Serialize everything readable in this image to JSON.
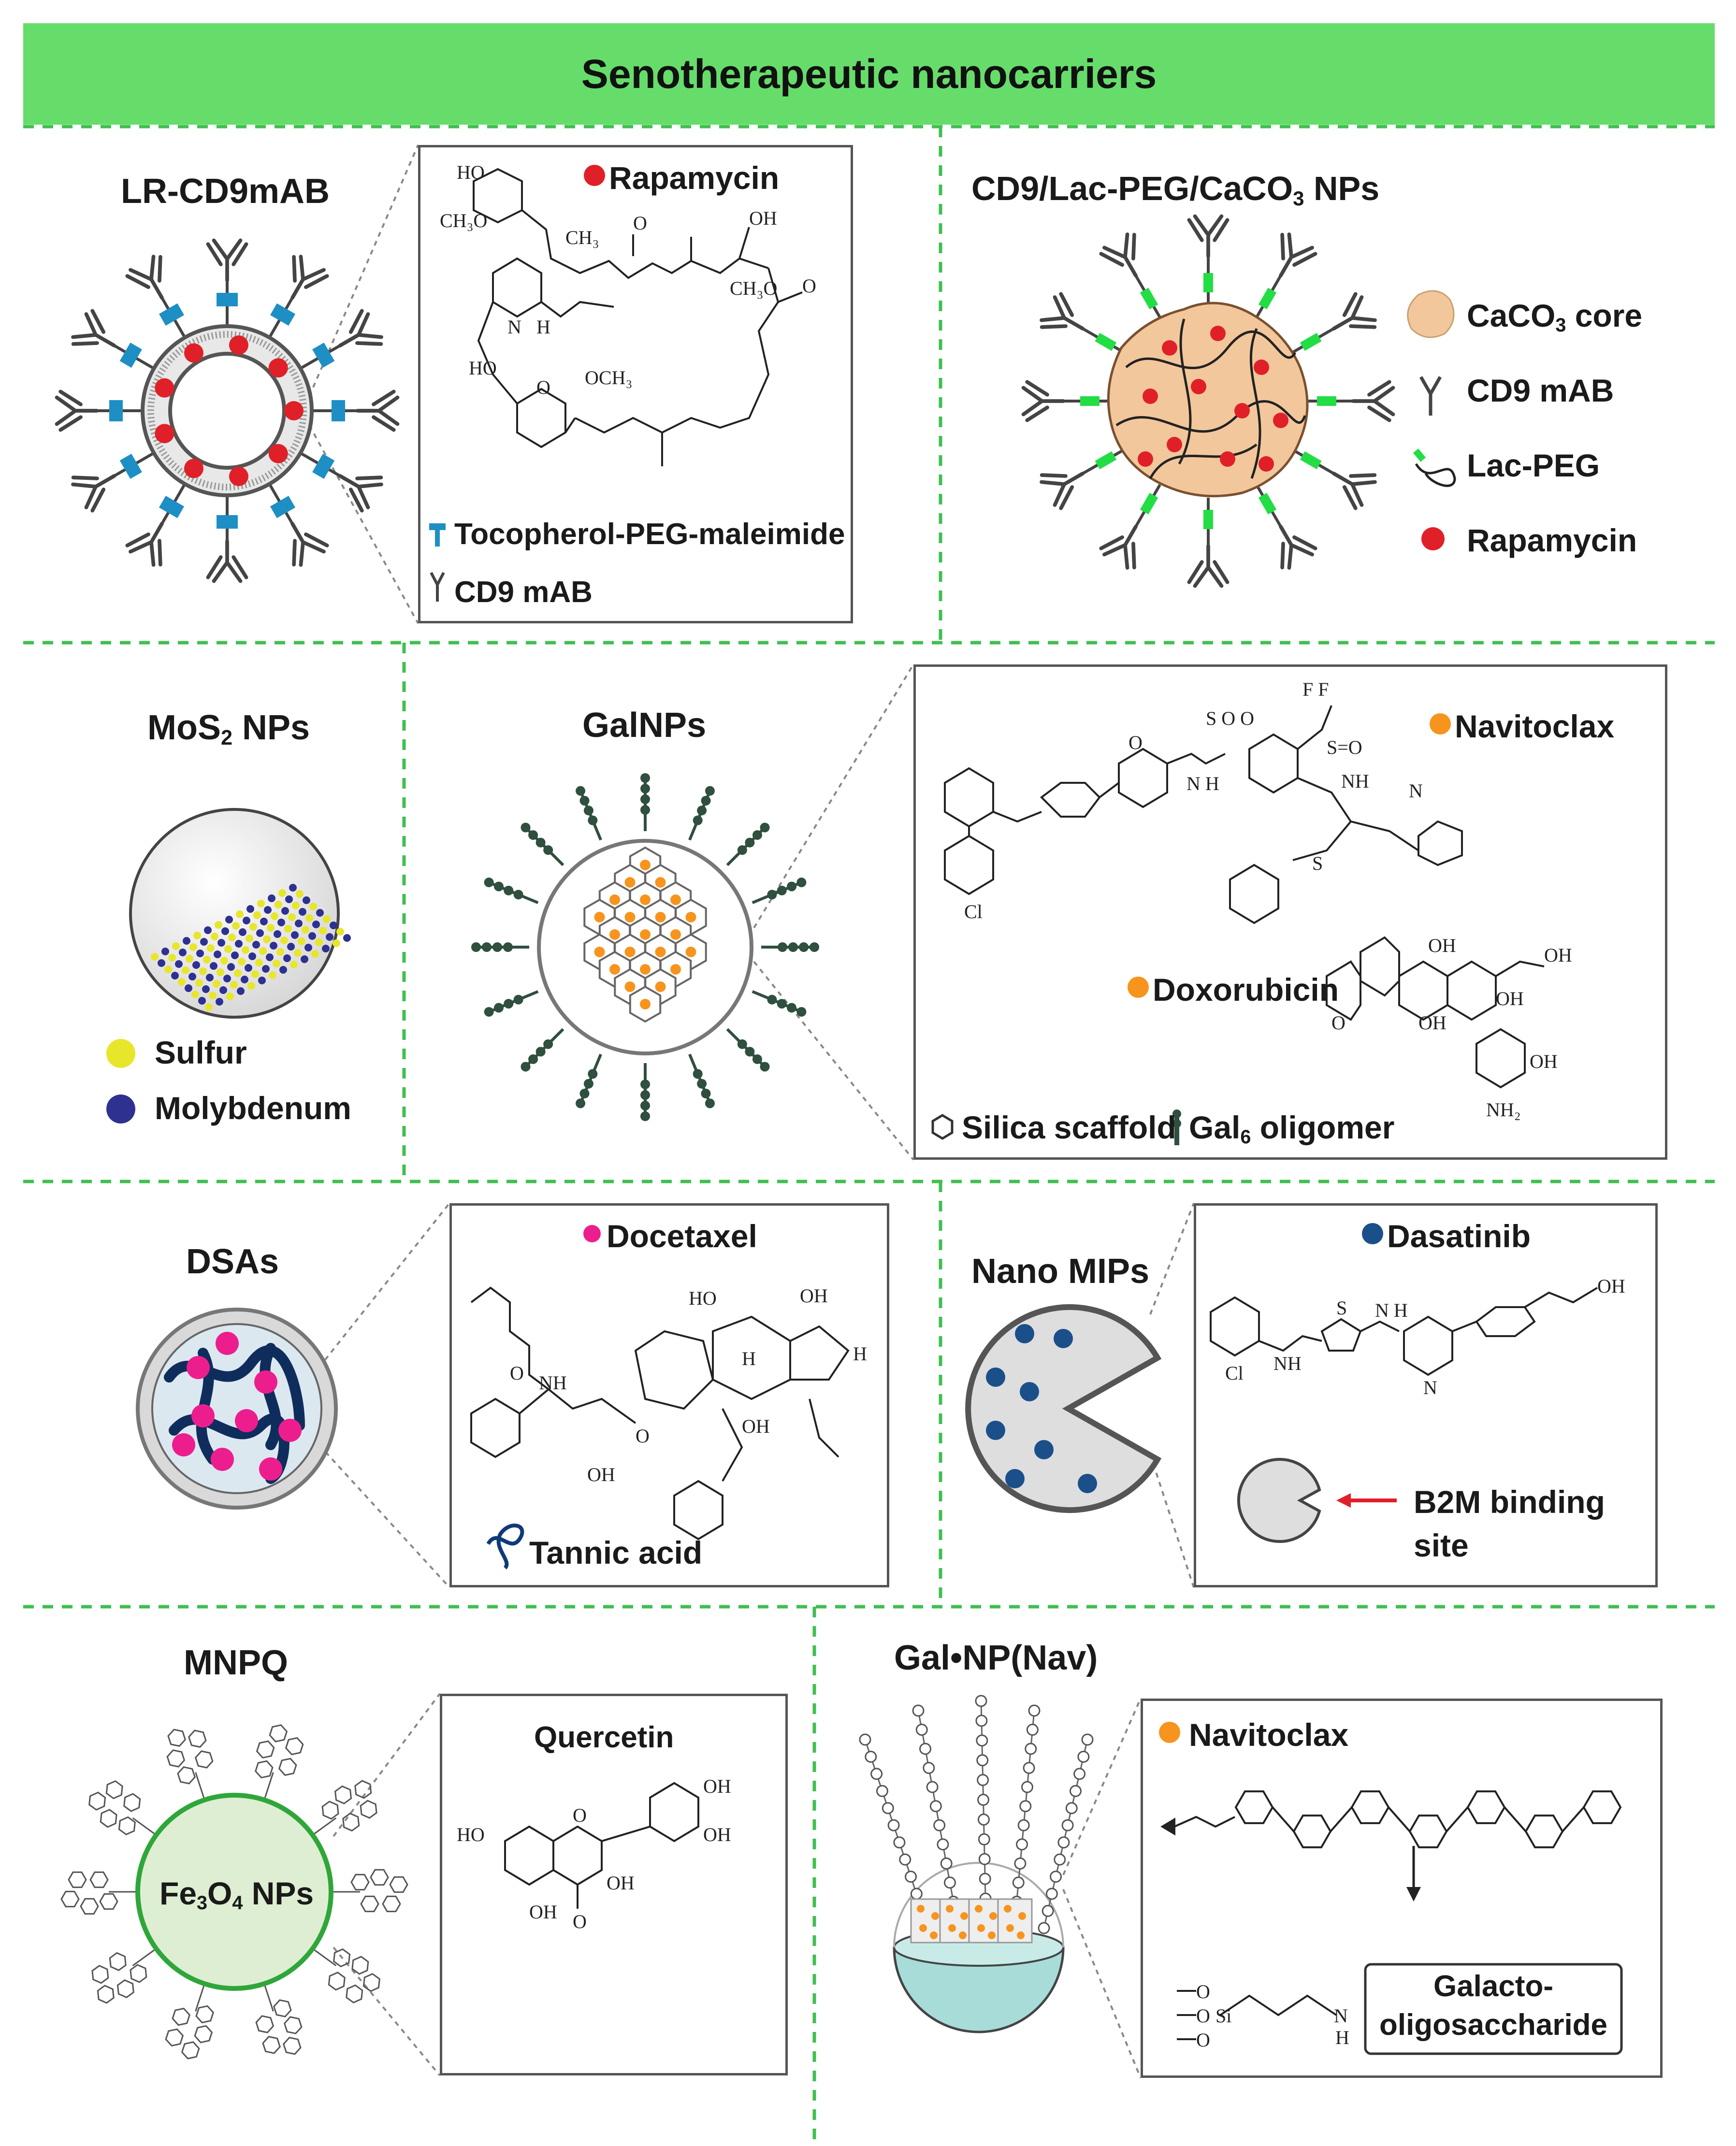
{
  "header": {
    "title": "Senotherapeutic nanocarriers"
  },
  "colors": {
    "header_bg": "#66dd6a",
    "divider": "#3fbf50",
    "drug_red": "#e02028",
    "drug_orange": "#f7941d",
    "drug_pink": "#ec1e8e",
    "drug_blue": "#1b4f8a",
    "antibody_teal": "#1e8fc4",
    "lacpeg_green": "#22dd44",
    "galnp_dark": "#2f4f3f"
  },
  "panel_lr": {
    "title": "LR-CD9mAB",
    "drug": "Rapamycin",
    "legend": {
      "tocopherol": "Tocopherol-PEG-maleimide",
      "mab": "CD9 mAB"
    }
  },
  "panel_cd9": {
    "title_pre": "CD9/Lac-PEG/CaCO",
    "title_sub": "3",
    "title_post": " NPs",
    "legend": {
      "core_pre": "CaCO",
      "core_sub": "3",
      "core_post": " core",
      "mab": "CD9 mAB",
      "lacpeg": "Lac-PEG",
      "drug": "Rapamycin"
    }
  },
  "panel_mos2": {
    "title_pre": "MoS",
    "title_sub": "2",
    "title_post": " NPs",
    "legend": {
      "sulfur": "Sulfur",
      "molybdenum": "Molybdenum"
    }
  },
  "panel_galnps": {
    "title": "GalNPs",
    "drugs": {
      "navitoclax": "Navitoclax",
      "doxorubicin": "Doxorubicin"
    },
    "legend": {
      "silica": "Silica scaffold",
      "gal_pre": "Gal",
      "gal_sub": "6",
      "gal_post": " oligomer"
    }
  },
  "panel_dsas": {
    "title": "DSAs",
    "drug": "Docetaxel",
    "legend": {
      "tannic": "Tannic acid"
    }
  },
  "panel_mips": {
    "title": "Nano MIPs",
    "drug": "Dasatinib",
    "site_line1": "B2M binding",
    "site_line2": "site"
  },
  "panel_mnpq": {
    "title": "MNPQ",
    "core_pre": "Fe",
    "core_sub1": "3",
    "core_mid": "O",
    "core_sub2": "4",
    "core_post": " NPs",
    "drug": "Quercetin"
  },
  "panel_galnav": {
    "title": "Gal•NP(Nav)",
    "drug": "Navitoclax",
    "box_line1": "Galacto-",
    "box_line2": "oligosaccharide"
  }
}
